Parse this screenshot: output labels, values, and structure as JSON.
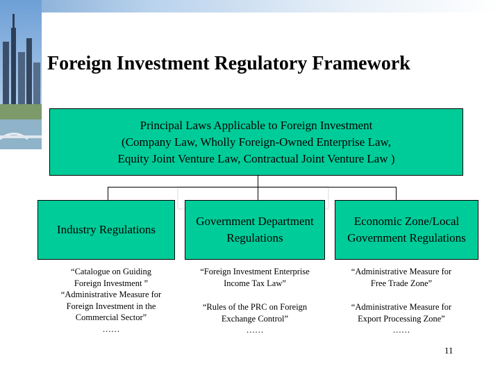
{
  "slide": {
    "title": "Foreign Investment Regulatory Framework",
    "page_number": "11"
  },
  "top_box": {
    "lines": [
      "Principal Laws Applicable to Foreign Investment",
      "(Company Law, Wholly Foreign-Owned Enterprise Law,",
      "Equity Joint Venture Law, Contractual Joint Venture Law )"
    ]
  },
  "categories": [
    {
      "lines": [
        "Industry Regulations"
      ],
      "examples": [
        "“Catalogue on Guiding",
        "Foreign Investment ”",
        "“Administrative Measure for",
        "Foreign Investment in the",
        "Commercial Sector”",
        "……"
      ]
    },
    {
      "lines": [
        "Government Department",
        "Regulations"
      ],
      "examples": [
        "“Foreign Investment Enterprise",
        "Income Tax Law”",
        "",
        "“Rules of the PRC on Foreign",
        "Exchange Control”",
        "……"
      ]
    },
    {
      "lines": [
        "Economic Zone/Local",
        "Government Regulations"
      ],
      "examples": [
        "“Administrative Measure for",
        "Free Trade Zone”",
        "",
        "“Administrative Measure for",
        "Export Processing Zone”",
        "……"
      ]
    }
  ],
  "colors": {
    "box_fill": "#00cc99",
    "connector": "#000000"
  }
}
